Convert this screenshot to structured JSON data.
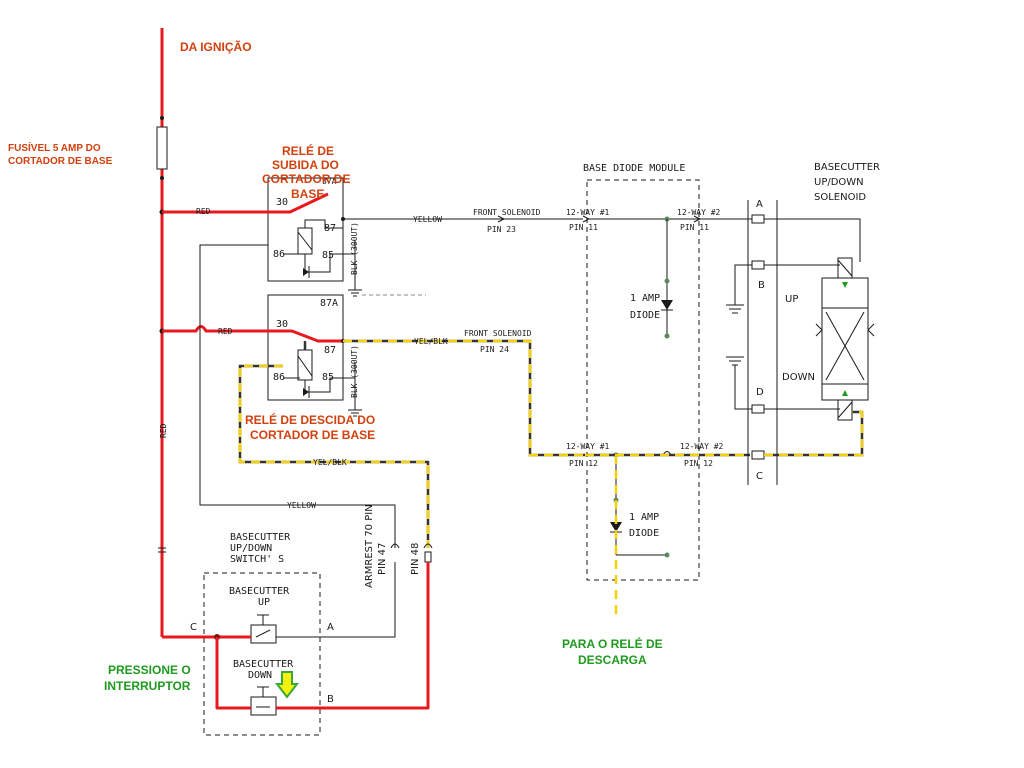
{
  "annotations": {
    "ignition": "DA IGNIÇÃO",
    "fuse_line1": "FUSÍVEL 5 AMP DO",
    "fuse_line2": "CORTADOR DE BASE",
    "relay_up_line1": "RELÉ DE",
    "relay_up_line2": "SUBIDA DO",
    "relay_up_line3": "CORTADOR DE",
    "relay_up_line4": "BASE",
    "relay_down_line1": "RELÉ DE DESCIDA DO",
    "relay_down_line2": "CORTADOR DE BASE",
    "press_line1": "PRESSIONE O",
    "press_line2": "INTERRUPTOR",
    "discharge_line1": "PARA O RELÉ DE",
    "discharge_line2": "DESCARGA"
  },
  "colors": {
    "red_wire": "#e8191e",
    "yellow_black_wire": "#f5d10a",
    "module_fill": "#d9f5d9",
    "annotation_red": "#d2410f",
    "annotation_green": "#1f9a1f"
  },
  "relays": {
    "terminal_30": "30",
    "terminal_87a": "87A",
    "terminal_87": "87",
    "terminal_86": "86",
    "terminal_85": "85",
    "ground_tag": "BLK (300UT)"
  },
  "wires": {
    "red": "RED",
    "yellow": "YELLOW",
    "yel_blk": "YEL/BLK"
  },
  "connectors": {
    "front_solenoid": "FRONT SOLENOID",
    "pin_23": "PIN 23",
    "pin_24": "PIN 24",
    "way1": "12-WAY #1",
    "way2": "12-WAY #2",
    "pin_11": "PIN 11",
    "pin_12": "PIN 12",
    "armrest": "ARMREST 70 PIN",
    "pin_47": "PIN 47",
    "pin_48": "PIN 48"
  },
  "module": {
    "title": "BASE DIODE MODULE",
    "diode_line1": "1 AMP",
    "diode_line2": "DIODE"
  },
  "solenoid": {
    "title_line1": "BASECUTTER",
    "title_line2": "UP/DOWN",
    "title_line3": "SOLENOID",
    "up": "UP",
    "down": "DOWN",
    "term_a": "A",
    "term_b": "B",
    "term_c": "C",
    "term_d": "D"
  },
  "switches": {
    "title_line1": "BASECUTTER",
    "title_line2": "UP/DOWN",
    "title_line3": "SWITCH' S",
    "up_line1": "BASECUTTER",
    "up_line2": "UP",
    "down_line1": "BASECUTTER",
    "down_line2": "DOWN",
    "term_a": "A",
    "term_b": "B",
    "term_c": "C"
  }
}
